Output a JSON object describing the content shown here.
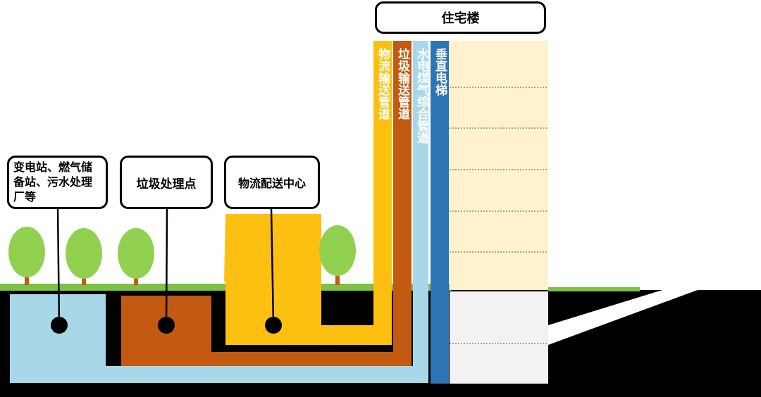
{
  "building": {
    "title": "住宅楼"
  },
  "pipes": {
    "logistics": "物流输送管道",
    "garbage": "垃圾输送管道",
    "utility": "水电煤气综合管道",
    "elevator": "垂直电梯"
  },
  "facilities": {
    "power": "变电站、燃气储备站、污水处理厂等",
    "garbage": "垃圾处理点",
    "logistics": "物流配送中心"
  },
  "colors": {
    "light_blue": "#a8d8e8",
    "orange_brown": "#c35a11",
    "yellow": "#fdc010",
    "blue": "#2e75b6",
    "cream": "#fff2cc",
    "grass": "#7dc242",
    "tree": "#92d050",
    "trunk": "#c55a11",
    "ground": "#000000"
  }
}
